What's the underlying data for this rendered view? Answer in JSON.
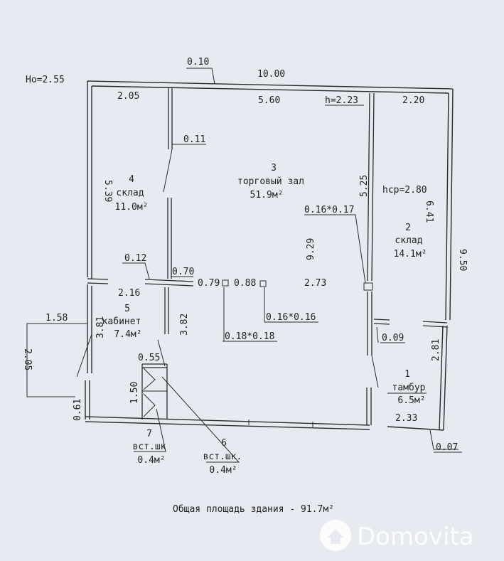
{
  "header": {
    "ceiling_height": "Ho=2.55"
  },
  "dimensions": {
    "top_wall": "0.10",
    "total_width": "10.00",
    "room4_width": "2.05",
    "hall_width": "5.60",
    "hall_height": "h=2.23",
    "room2_width": "2.20",
    "partition1": "0.11",
    "room4_depth": "5.39",
    "hall_side": "5.25",
    "room2_height": "hcp=2.80",
    "room2_depth": "6.41",
    "column_callout1": "0.16*0.17",
    "hall_depth": "9.29",
    "overall_depth": "9.50",
    "partition2": "0.12",
    "door1": "0.70",
    "col_gap1": "0.79",
    "col_gap2": "0.88",
    "col_gap3": "2.73",
    "room5_width": "2.16",
    "column_callout2": "0.16*0.16",
    "porch_width": "1.58",
    "column_callout3": "0.18*0.18",
    "room5_depth": "3.81",
    "corridor_depth": "3.82",
    "tambur_wall": "0.09",
    "porch_depth": "2.05",
    "closet_width": "0.55",
    "closet_depth": "1.50",
    "tambur_depth": "2.81",
    "step": "0.61",
    "tambur_width": "2.33",
    "tambur_wall2": "0.07"
  },
  "rooms": [
    {
      "num": "3",
      "name": "торговый зал",
      "area": "51.9м²"
    },
    {
      "num": "4",
      "name": "склад",
      "area": "11.0м²"
    },
    {
      "num": "2",
      "name": "склад",
      "area": "14.1м²"
    },
    {
      "num": "5",
      "name": "кабинет",
      "area": "7.4м²"
    },
    {
      "num": "1",
      "name": "тамбур",
      "area": "6.5м²"
    },
    {
      "num": "7",
      "name": "вст.шк",
      "area": "0.4м²"
    },
    {
      "num": "6",
      "name": "вст.шк.",
      "area": "0.4м²"
    }
  ],
  "footer": {
    "total_area": "Общая площадь здания  -  91.7м²"
  },
  "watermark": {
    "brand": "Domovita"
  },
  "colors": {
    "paper": "#e7eaf0",
    "ink": "#2a2a2a"
  }
}
